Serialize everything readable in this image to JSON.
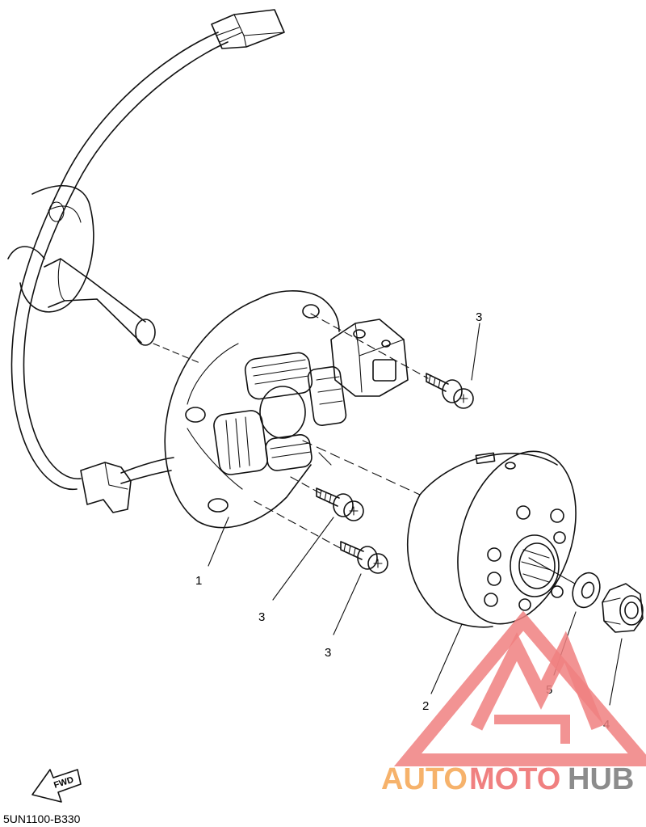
{
  "callouts": {
    "c1": "1",
    "c2": "2",
    "c3a": "3",
    "c3b": "3",
    "c3c": "3",
    "c4": "4",
    "c5": "5"
  },
  "fwd_label": "FWD",
  "diagram_code": "5UN1100-B330",
  "watermark": {
    "part1": "AUTO",
    "part2": "MOTO",
    "part3": "HUB",
    "color_orange": "#f6b26b",
    "color_red": "#f08080",
    "color_gray": "#8c8c8c"
  }
}
